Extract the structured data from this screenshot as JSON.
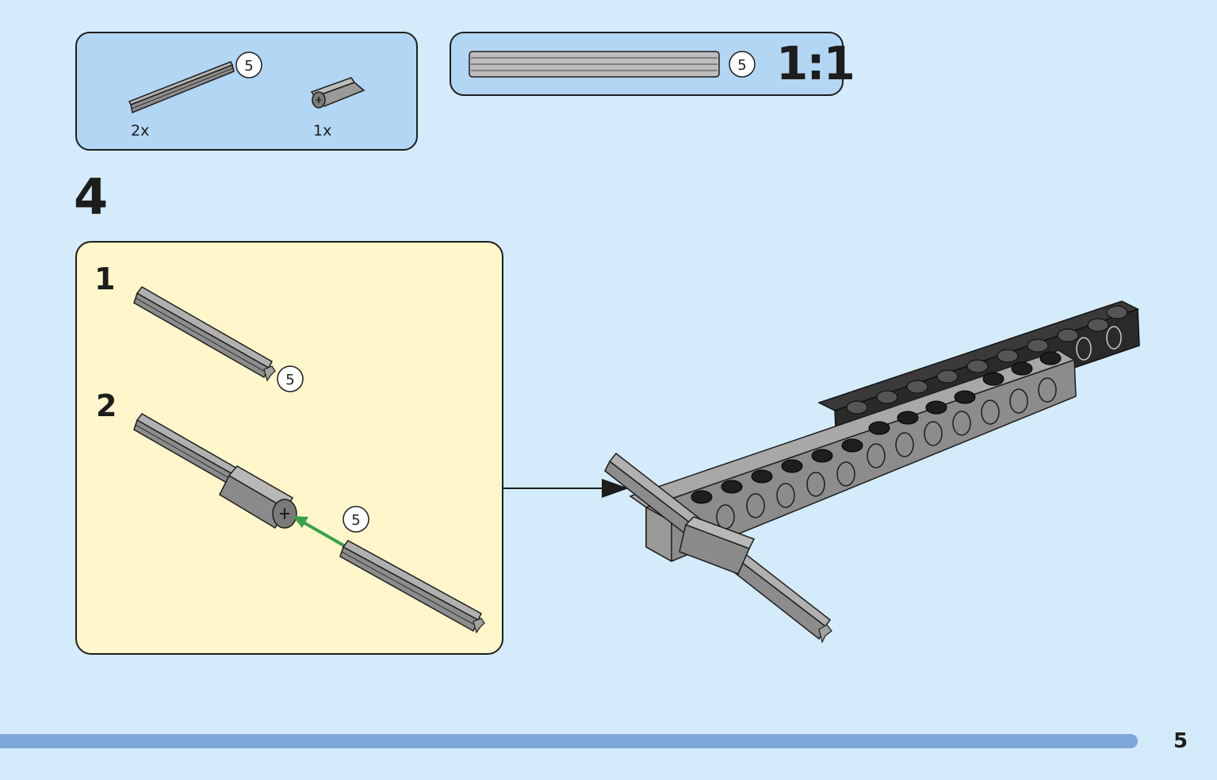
{
  "parts_callout": {
    "items": [
      {
        "name": "axle-5",
        "length_badge": "5",
        "quantity": "2x"
      },
      {
        "name": "axle-connector",
        "quantity": "1x"
      }
    ]
  },
  "scale_callout": {
    "length_badge": "5",
    "scale_label": "1:1"
  },
  "step": {
    "number": "4",
    "substeps": [
      {
        "number": "1",
        "length_badge": "5"
      },
      {
        "number": "2",
        "length_badge": "5"
      }
    ]
  },
  "colors": {
    "background": "#d4ebfb",
    "callout": "#b2d6f4",
    "subpanel": "#fff6cc",
    "progress_bar": "#7fa6d8",
    "arrow_green": "#3aa14b"
  },
  "footer": {
    "page_number": "5"
  }
}
